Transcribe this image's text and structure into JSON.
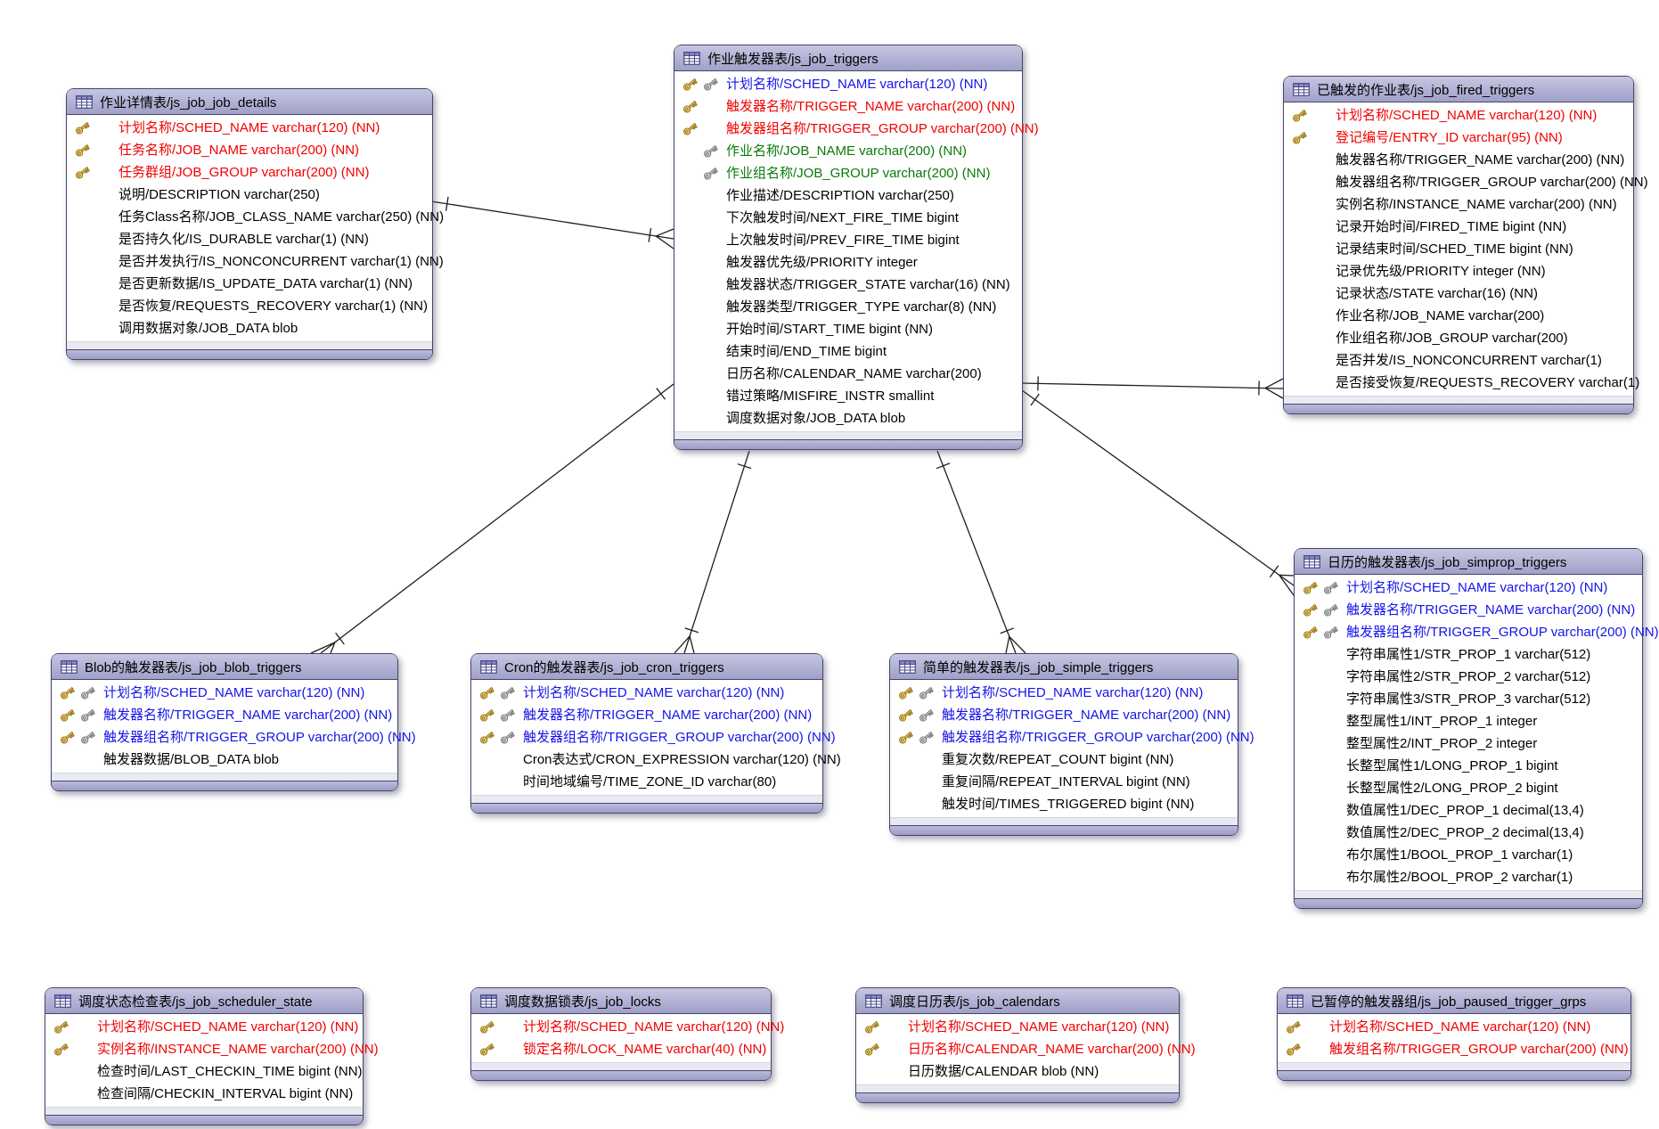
{
  "colors": {
    "red": "#f30000",
    "blue": "#1414ea",
    "green": "#0a7a0a",
    "black": "#000000",
    "gold_key": "#ecc95f",
    "gray_key": "#cfcfcf",
    "header_fill": "#aeaed3",
    "table_border": "#45456b",
    "relation_line": "#1e1e1e"
  },
  "tables": [
    {
      "id": "js_job_job_details",
      "title": "作业详情表/js_job_job_details",
      "columns": [
        {
          "text": "计划名称/SCHED_NAME varchar(120) (NN)",
          "color": "red",
          "key1": "gold",
          "key2": null
        },
        {
          "text": "任务名称/JOB_NAME varchar(200) (NN)",
          "color": "red",
          "key1": "gold",
          "key2": null
        },
        {
          "text": "任务群组/JOB_GROUP varchar(200) (NN)",
          "color": "red",
          "key1": "gold",
          "key2": null
        },
        {
          "text": "说明/DESCRIPTION varchar(250)",
          "color": "black",
          "key1": null,
          "key2": null
        },
        {
          "text": "任务Class名称/JOB_CLASS_NAME varchar(250) (NN)",
          "color": "black",
          "key1": null,
          "key2": null
        },
        {
          "text": "是否持久化/IS_DURABLE varchar(1) (NN)",
          "color": "black",
          "key1": null,
          "key2": null
        },
        {
          "text": "是否并发执行/IS_NONCONCURRENT varchar(1) (NN)",
          "color": "black",
          "key1": null,
          "key2": null
        },
        {
          "text": "是否更新数据/IS_UPDATE_DATA varchar(1) (NN)",
          "color": "black",
          "key1": null,
          "key2": null
        },
        {
          "text": "是否恢复/REQUESTS_RECOVERY varchar(1) (NN)",
          "color": "black",
          "key1": null,
          "key2": null
        },
        {
          "text": "调用数据对象/JOB_DATA blob",
          "color": "black",
          "key1": null,
          "key2": null
        }
      ]
    },
    {
      "id": "js_job_triggers",
      "title": "作业触发器表/js_job_triggers",
      "columns": [
        {
          "text": "计划名称/SCHED_NAME varchar(120) (NN)",
          "color": "blue",
          "key1": "gold",
          "key2": "gray"
        },
        {
          "text": "触发器名称/TRIGGER_NAME varchar(200) (NN)",
          "color": "red",
          "key1": "gold",
          "key2": null
        },
        {
          "text": "触发器组名称/TRIGGER_GROUP varchar(200) (NN)",
          "color": "red",
          "key1": "gold",
          "key2": null
        },
        {
          "text": "作业名称/JOB_NAME varchar(200) (NN)",
          "color": "green",
          "key1": null,
          "key2": "gray"
        },
        {
          "text": "作业组名称/JOB_GROUP varchar(200) (NN)",
          "color": "green",
          "key1": null,
          "key2": "gray"
        },
        {
          "text": "作业描述/DESCRIPTION varchar(250)",
          "color": "black",
          "key1": null,
          "key2": null
        },
        {
          "text": "下次触发时间/NEXT_FIRE_TIME bigint",
          "color": "black",
          "key1": null,
          "key2": null
        },
        {
          "text": "上次触发时间/PREV_FIRE_TIME bigint",
          "color": "black",
          "key1": null,
          "key2": null
        },
        {
          "text": "触发器优先级/PRIORITY integer",
          "color": "black",
          "key1": null,
          "key2": null
        },
        {
          "text": "触发器状态/TRIGGER_STATE varchar(16) (NN)",
          "color": "black",
          "key1": null,
          "key2": null
        },
        {
          "text": "触发器类型/TRIGGER_TYPE varchar(8) (NN)",
          "color": "black",
          "key1": null,
          "key2": null
        },
        {
          "text": "开始时间/START_TIME bigint (NN)",
          "color": "black",
          "key1": null,
          "key2": null
        },
        {
          "text": "结束时间/END_TIME bigint",
          "color": "black",
          "key1": null,
          "key2": null
        },
        {
          "text": "日历名称/CALENDAR_NAME varchar(200)",
          "color": "black",
          "key1": null,
          "key2": null
        },
        {
          "text": "错过策略/MISFIRE_INSTR smallint",
          "color": "black",
          "key1": null,
          "key2": null
        },
        {
          "text": "调度数据对象/JOB_DATA blob",
          "color": "black",
          "key1": null,
          "key2": null
        }
      ]
    },
    {
      "id": "js_job_fired_triggers",
      "title": "已触发的作业表/js_job_fired_triggers",
      "columns": [
        {
          "text": "计划名称/SCHED_NAME varchar(120) (NN)",
          "color": "red",
          "key1": "gold",
          "key2": null
        },
        {
          "text": "登记编号/ENTRY_ID varchar(95) (NN)",
          "color": "red",
          "key1": "gold",
          "key2": null
        },
        {
          "text": "触发器名称/TRIGGER_NAME varchar(200) (NN)",
          "color": "black",
          "key1": null,
          "key2": null
        },
        {
          "text": "触发器组名称/TRIGGER_GROUP varchar(200) (NN)",
          "color": "black",
          "key1": null,
          "key2": null
        },
        {
          "text": "实例名称/INSTANCE_NAME varchar(200) (NN)",
          "color": "black",
          "key1": null,
          "key2": null
        },
        {
          "text": "记录开始时间/FIRED_TIME bigint (NN)",
          "color": "black",
          "key1": null,
          "key2": null
        },
        {
          "text": "记录结束时间/SCHED_TIME bigint (NN)",
          "color": "black",
          "key1": null,
          "key2": null
        },
        {
          "text": "记录优先级/PRIORITY integer (NN)",
          "color": "black",
          "key1": null,
          "key2": null
        },
        {
          "text": "记录状态/STATE varchar(16) (NN)",
          "color": "black",
          "key1": null,
          "key2": null
        },
        {
          "text": "作业名称/JOB_NAME varchar(200)",
          "color": "black",
          "key1": null,
          "key2": null
        },
        {
          "text": "作业组名称/JOB_GROUP varchar(200)",
          "color": "black",
          "key1": null,
          "key2": null
        },
        {
          "text": "是否并发/IS_NONCONCURRENT varchar(1)",
          "color": "black",
          "key1": null,
          "key2": null
        },
        {
          "text": "是否接受恢复/REQUESTS_RECOVERY varchar(1)",
          "color": "black",
          "key1": null,
          "key2": null
        }
      ]
    },
    {
      "id": "js_job_simprop_triggers",
      "title": "日历的触发器表/js_job_simprop_triggers",
      "columns": [
        {
          "text": "计划名称/SCHED_NAME varchar(120) (NN)",
          "color": "blue",
          "key1": "gold",
          "key2": "gray"
        },
        {
          "text": "触发器名称/TRIGGER_NAME varchar(200) (NN)",
          "color": "blue",
          "key1": "gold",
          "key2": "gray"
        },
        {
          "text": "触发器组名称/TRIGGER_GROUP varchar(200) (NN)",
          "color": "blue",
          "key1": "gold",
          "key2": "gray"
        },
        {
          "text": "字符串属性1/STR_PROP_1 varchar(512)",
          "color": "black",
          "key1": null,
          "key2": null
        },
        {
          "text": "字符串属性2/STR_PROP_2 varchar(512)",
          "color": "black",
          "key1": null,
          "key2": null
        },
        {
          "text": "字符串属性3/STR_PROP_3 varchar(512)",
          "color": "black",
          "key1": null,
          "key2": null
        },
        {
          "text": "整型属性1/INT_PROP_1 integer",
          "color": "black",
          "key1": null,
          "key2": null
        },
        {
          "text": "整型属性2/INT_PROP_2 integer",
          "color": "black",
          "key1": null,
          "key2": null
        },
        {
          "text": "长整型属性1/LONG_PROP_1 bigint",
          "color": "black",
          "key1": null,
          "key2": null
        },
        {
          "text": "长整型属性2/LONG_PROP_2 bigint",
          "color": "black",
          "key1": null,
          "key2": null
        },
        {
          "text": "数值属性1/DEC_PROP_1 decimal(13,4)",
          "color": "black",
          "key1": null,
          "key2": null
        },
        {
          "text": "数值属性2/DEC_PROP_2 decimal(13,4)",
          "color": "black",
          "key1": null,
          "key2": null
        },
        {
          "text": "布尔属性1/BOOL_PROP_1 varchar(1)",
          "color": "black",
          "key1": null,
          "key2": null
        },
        {
          "text": "布尔属性2/BOOL_PROP_2 varchar(1)",
          "color": "black",
          "key1": null,
          "key2": null
        }
      ]
    },
    {
      "id": "js_job_blob_triggers",
      "title": "Blob的触发器表/js_job_blob_triggers",
      "columns": [
        {
          "text": "计划名称/SCHED_NAME varchar(120) (NN)",
          "color": "blue",
          "key1": "gold",
          "key2": "gray"
        },
        {
          "text": "触发器名称/TRIGGER_NAME varchar(200) (NN)",
          "color": "blue",
          "key1": "gold",
          "key2": "gray"
        },
        {
          "text": "触发器组名称/TRIGGER_GROUP varchar(200) (NN)",
          "color": "blue",
          "key1": "gold",
          "key2": "gray"
        },
        {
          "text": "触发器数据/BLOB_DATA blob",
          "color": "black",
          "key1": null,
          "key2": null
        }
      ]
    },
    {
      "id": "js_job_cron_triggers",
      "title": "Cron的触发器表/js_job_cron_triggers",
      "columns": [
        {
          "text": "计划名称/SCHED_NAME varchar(120) (NN)",
          "color": "blue",
          "key1": "gold",
          "key2": "gray"
        },
        {
          "text": "触发器名称/TRIGGER_NAME varchar(200) (NN)",
          "color": "blue",
          "key1": "gold",
          "key2": "gray"
        },
        {
          "text": "触发器组名称/TRIGGER_GROUP varchar(200) (NN)",
          "color": "blue",
          "key1": "gold",
          "key2": "gray"
        },
        {
          "text": "Cron表达式/CRON_EXPRESSION varchar(120) (NN)",
          "color": "black",
          "key1": null,
          "key2": null
        },
        {
          "text": "时间地域编号/TIME_ZONE_ID varchar(80)",
          "color": "black",
          "key1": null,
          "key2": null
        }
      ]
    },
    {
      "id": "js_job_simple_triggers",
      "title": "简单的触发器表/js_job_simple_triggers",
      "columns": [
        {
          "text": "计划名称/SCHED_NAME varchar(120) (NN)",
          "color": "blue",
          "key1": "gold",
          "key2": "gray"
        },
        {
          "text": "触发器名称/TRIGGER_NAME varchar(200) (NN)",
          "color": "blue",
          "key1": "gold",
          "key2": "gray"
        },
        {
          "text": "触发器组名称/TRIGGER_GROUP varchar(200) (NN)",
          "color": "blue",
          "key1": "gold",
          "key2": "gray"
        },
        {
          "text": "重复次数/REPEAT_COUNT bigint (NN)",
          "color": "black",
          "key1": null,
          "key2": null
        },
        {
          "text": "重复间隔/REPEAT_INTERVAL bigint (NN)",
          "color": "black",
          "key1": null,
          "key2": null
        },
        {
          "text": "触发时间/TIMES_TRIGGERED bigint (NN)",
          "color": "black",
          "key1": null,
          "key2": null
        }
      ]
    },
    {
      "id": "js_job_scheduler_state",
      "title": "调度状态检查表/js_job_scheduler_state",
      "columns": [
        {
          "text": "计划名称/SCHED_NAME varchar(120) (NN)",
          "color": "red",
          "key1": "gold",
          "key2": null
        },
        {
          "text": "实例名称/INSTANCE_NAME varchar(200) (NN)",
          "color": "red",
          "key1": "gold",
          "key2": null
        },
        {
          "text": "检查时间/LAST_CHECKIN_TIME bigint (NN)",
          "color": "black",
          "key1": null,
          "key2": null
        },
        {
          "text": "检查间隔/CHECKIN_INTERVAL bigint (NN)",
          "color": "black",
          "key1": null,
          "key2": null
        }
      ]
    },
    {
      "id": "js_job_locks",
      "title": "调度数据锁表/js_job_locks",
      "columns": [
        {
          "text": "计划名称/SCHED_NAME varchar(120) (NN)",
          "color": "red",
          "key1": "gold",
          "key2": null
        },
        {
          "text": "锁定名称/LOCK_NAME varchar(40) (NN)",
          "color": "red",
          "key1": "gold",
          "key2": null
        }
      ]
    },
    {
      "id": "js_job_calendars",
      "title": "调度日历表/js_job_calendars",
      "columns": [
        {
          "text": "计划名称/SCHED_NAME varchar(120) (NN)",
          "color": "red",
          "key1": "gold",
          "key2": null
        },
        {
          "text": "日历名称/CALENDAR_NAME varchar(200) (NN)",
          "color": "red",
          "key1": "gold",
          "key2": null
        },
        {
          "text": "日历数据/CALENDAR blob (NN)",
          "color": "black",
          "key1": null,
          "key2": null
        }
      ]
    },
    {
      "id": "js_job_paused_trigger_grps",
      "title": "已暂停的触发器组/js_job_paused_trigger_grps",
      "columns": [
        {
          "text": "计划名称/SCHED_NAME varchar(120) (NN)",
          "color": "red",
          "key1": "gold",
          "key2": null
        },
        {
          "text": "触发组名称/TRIGGER_GROUP varchar(200) (NN)",
          "color": "red",
          "key1": "gold",
          "key2": null
        }
      ]
    }
  ],
  "relations": [
    {
      "from": "js_job_job_details",
      "to": "js_job_triggers"
    },
    {
      "from": "js_job_triggers",
      "to": "js_job_blob_triggers"
    },
    {
      "from": "js_job_triggers",
      "to": "js_job_cron_triggers"
    },
    {
      "from": "js_job_triggers",
      "to": "js_job_simple_triggers"
    },
    {
      "from": "js_job_triggers",
      "to": "js_job_simprop_triggers"
    },
    {
      "from": "js_job_triggers",
      "to": "js_job_fired_triggers"
    }
  ]
}
